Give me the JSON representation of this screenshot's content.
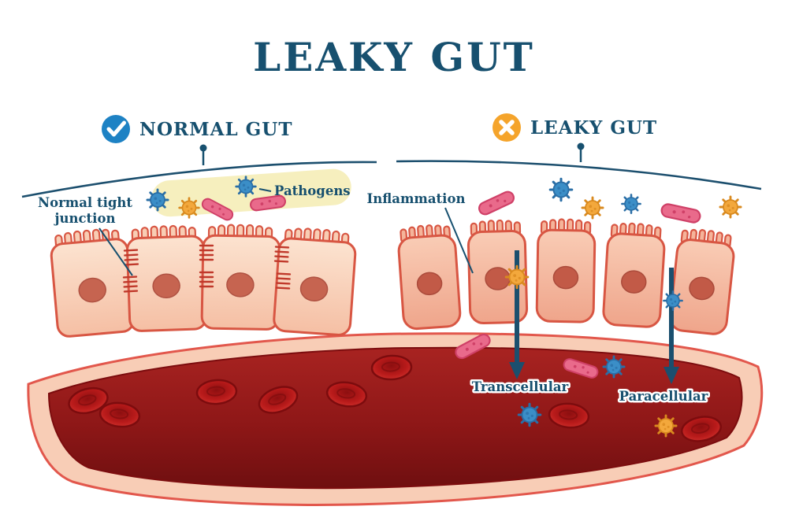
{
  "title": "LEAKY GUT",
  "header": {
    "normal": {
      "label": "NORMAL GUT",
      "icon": "check-icon"
    },
    "leaky": {
      "label": "LEAKY GUT",
      "icon": "cross-icon"
    }
  },
  "labels": {
    "tight_junction_line1": "Normal tight",
    "tight_junction_line2": "junction",
    "pathogens": "Pathogens",
    "inflammation": "Inflammation",
    "transcellular": "Transcellular",
    "paracellular": "Paracellular"
  },
  "legend_icons": {
    "virus_blue": "blue-virus-icon",
    "virus_orange": "orange-virus-icon",
    "bacteria_rod": "pink-rod-bacteria-icon",
    "red_blood_cell": "red-blood-cell-icon"
  },
  "colors": {
    "heading_navy": "#17506f",
    "normal_badge_blue": "#1e82c4",
    "leaky_badge_orange": "#f5a42b",
    "cell_outline_red": "#d85643",
    "cell_fill_light": "#fbdcc8",
    "cell_fill_dark": "#f2b59c",
    "nucleus": "#c66450",
    "vessel_wall": "#f8cdb6",
    "vessel_lumen_dark_red": "#8e1717",
    "red_blood_cell": "#c01c1c",
    "virus_blue": "#3b8ec7",
    "virus_orange": "#f3a83c",
    "bacteria_pink": "#e96a8b",
    "pathogen_highlight_yellow": "#f6eebb"
  }
}
